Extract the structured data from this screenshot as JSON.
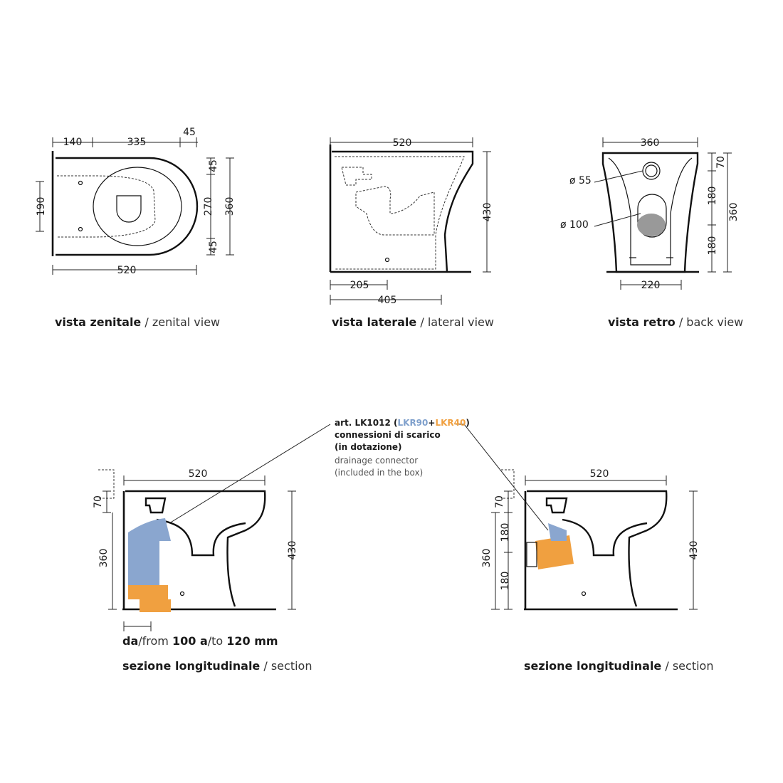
{
  "views": {
    "zenital": {
      "caption_it": "vista zenitale",
      "caption_sep": " / ",
      "caption_en": "zenital view",
      "dims": {
        "d140": "140",
        "d335": "335",
        "d45top": "45",
        "d190": "190",
        "d45a": "45",
        "d270": "270",
        "d45b": "45",
        "d360": "360",
        "d520": "520"
      }
    },
    "lateral": {
      "caption_it": "vista laterale",
      "caption_sep": " / ",
      "caption_en": "lateral view",
      "dims": {
        "d520": "520",
        "d430": "430",
        "d205": "205",
        "d405": "405"
      }
    },
    "back": {
      "caption_it": "vista retro",
      "caption_sep": " / ",
      "caption_en": "back view",
      "dims": {
        "d360top": "360",
        "d55": "ø 55",
        "d100": "ø 100",
        "d70": "70",
        "d180a": "180",
        "d180b": "180",
        "d360": "360",
        "d220": "220"
      }
    },
    "section1": {
      "caption_it": "sezione longitudinale",
      "caption_sep": " / ",
      "caption_en": "section",
      "dims": {
        "d520": "520",
        "d70": "70",
        "d360": "360",
        "d430": "430"
      },
      "range_label": {
        "da": "da",
        "from": "/from ",
        "v100": "100 a",
        "to": "/to ",
        "v120": "120 mm"
      }
    },
    "section2": {
      "caption_it": "sezione longitudinale",
      "caption_sep": " / ",
      "caption_en": "section",
      "dims": {
        "d520": "520",
        "d70": "70",
        "d180a": "180",
        "d360": "360",
        "d180b": "180",
        "d430": "430"
      }
    }
  },
  "connector_note": {
    "art": "art. LK1012 ",
    "paren_open": "(",
    "part_a": "LKR90",
    "plus": "+",
    "part_b": "LKR40",
    "paren_close": ")",
    "line2": "connessioni di scarico",
    "line3": "(in dotazione)",
    "line4": "drainage connector",
    "line5": "(included in the box)"
  },
  "colors": {
    "blue_part": "#8aa6cf",
    "orange_part": "#f0a040",
    "label_blue": "#7fa0cc",
    "label_orange": "#f0a040"
  }
}
